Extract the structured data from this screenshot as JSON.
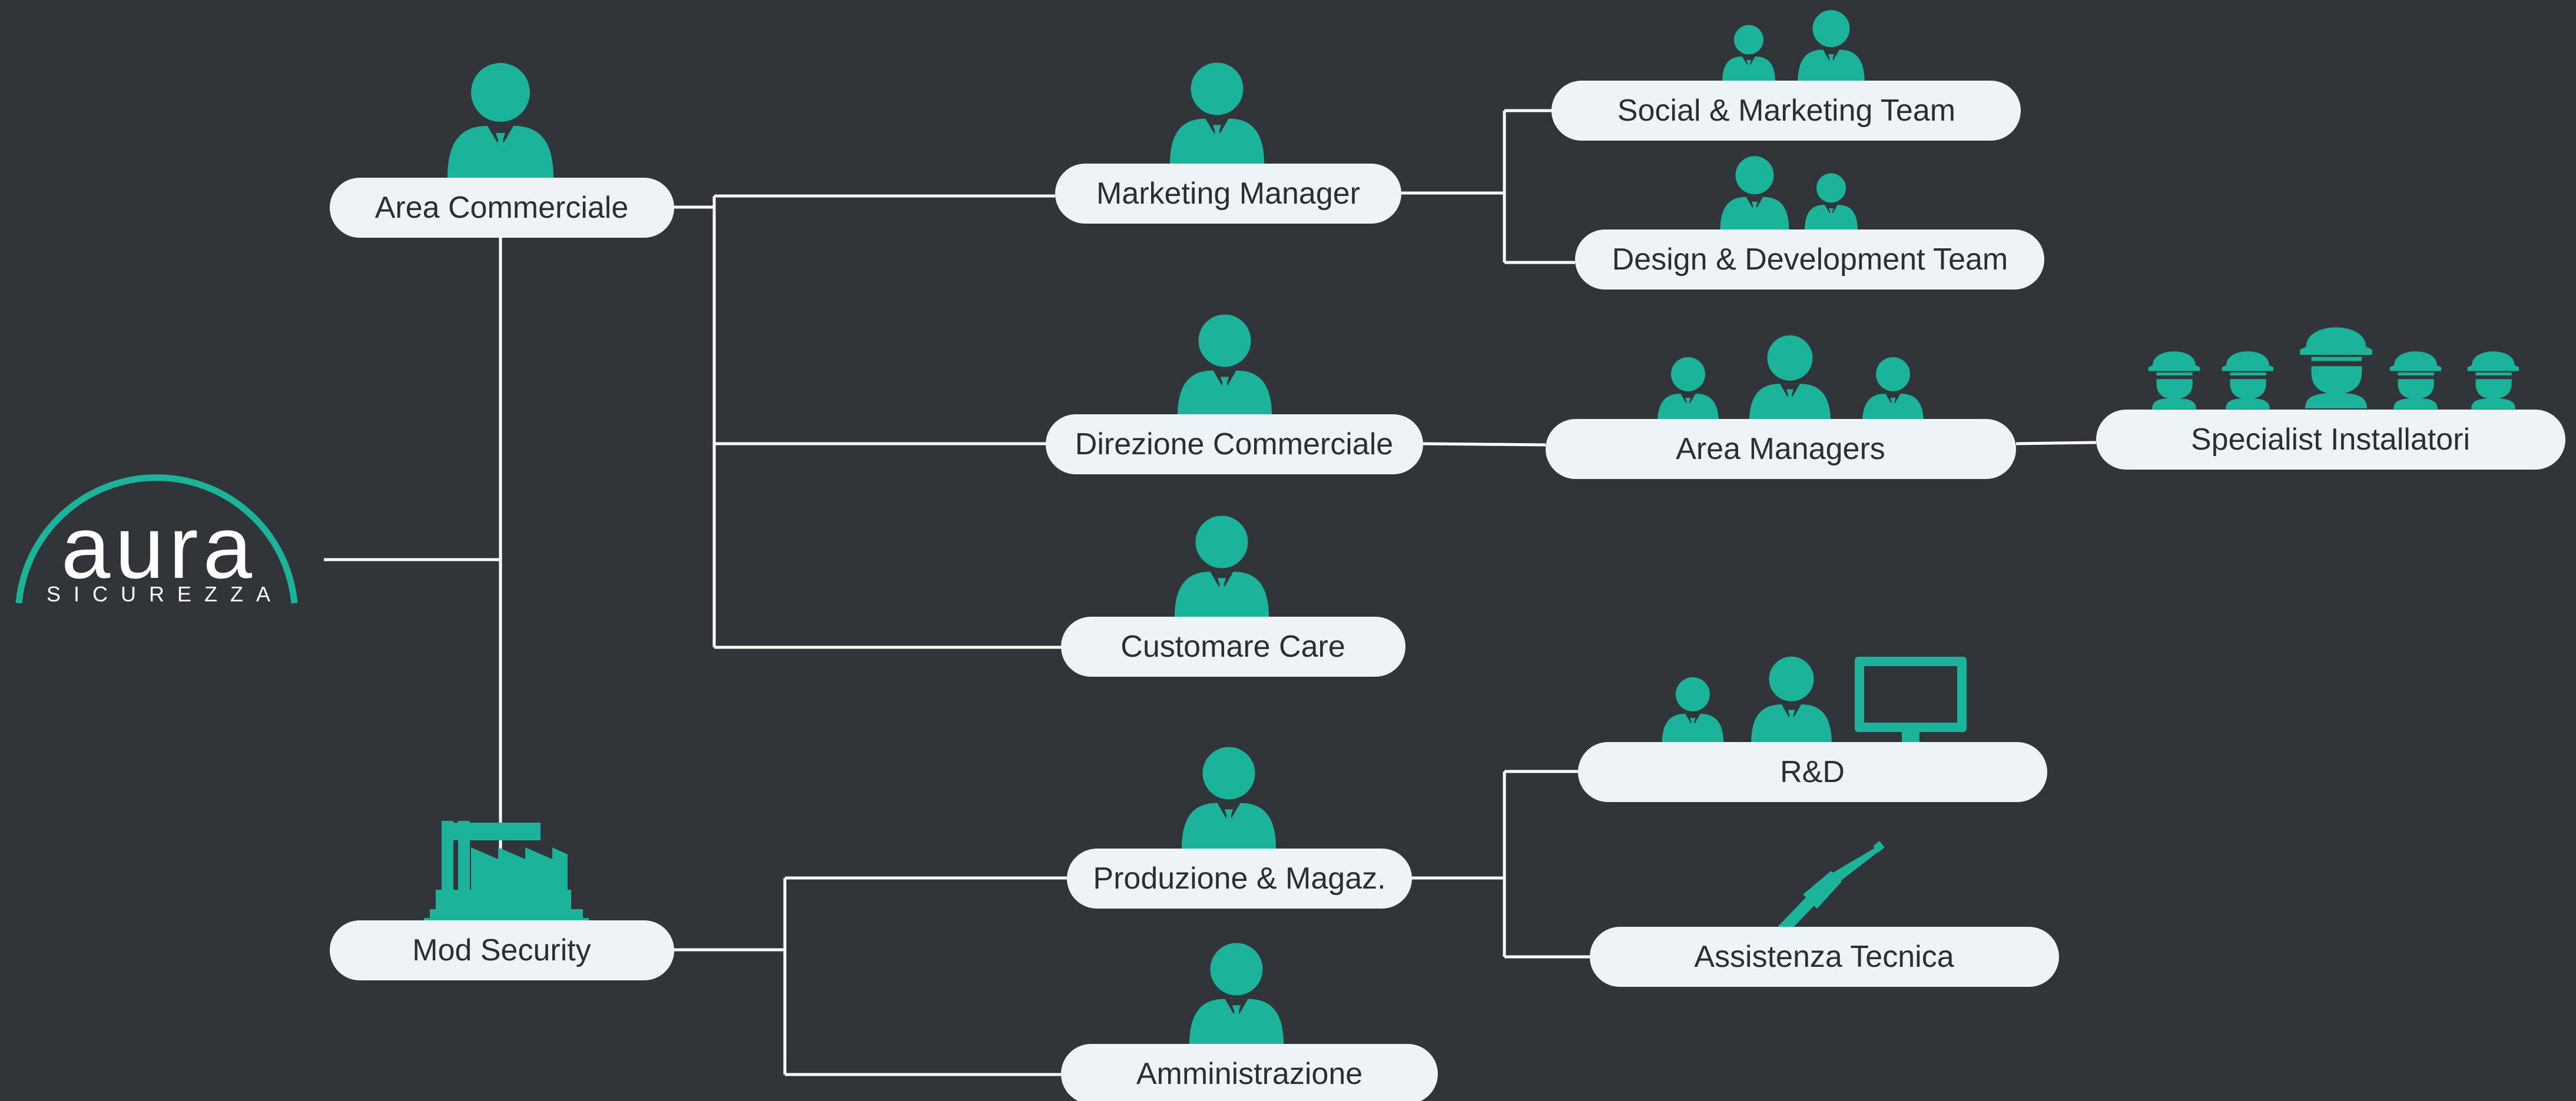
{
  "logo": {
    "wordmark": "aura",
    "subtitle": "SICUREZZA",
    "accent_color": "#1cb39b"
  },
  "colors": {
    "background": "#313539",
    "icon": "#1cb39b",
    "pill": "#eef3f7",
    "pill_text": "#2b2f33",
    "connector": "#ffffff"
  },
  "nodes": {
    "area_commerciale": {
      "label": "Area Commerciale",
      "icon": "businessman-icon"
    },
    "mod_security": {
      "label": "Mod Security",
      "icon": "factory-icon"
    },
    "marketing_manager": {
      "label": "Marketing Manager",
      "icon": "businessman-icon"
    },
    "direzione_commerciale": {
      "label": "Direzione Commerciale",
      "icon": "businessman-icon"
    },
    "customare_care": {
      "label": "Customare Care",
      "icon": "businessman-icon"
    },
    "produzione_magaz": {
      "label": "Produzione & Magaz.",
      "icon": "businessman-icon"
    },
    "amministrazione": {
      "label": "Amministrazione",
      "icon": "businessman-icon"
    },
    "social_marketing_team": {
      "label": "Social & Marketing Team",
      "icon": "team-icon"
    },
    "design_development_team": {
      "label": "Design & Development Team",
      "icon": "team-icon"
    },
    "area_managers": {
      "label": "Area Managers",
      "icon": "group-icon"
    },
    "specialist_installatori": {
      "label": "Specialist Installatori",
      "icon": "workers-helmet-icon"
    },
    "rnd": {
      "label": "R&D",
      "icon": "team-monitor-icon"
    },
    "assistenza_tecnica": {
      "label": "Assistenza Tecnica",
      "icon": "screwdriver-icon"
    }
  }
}
